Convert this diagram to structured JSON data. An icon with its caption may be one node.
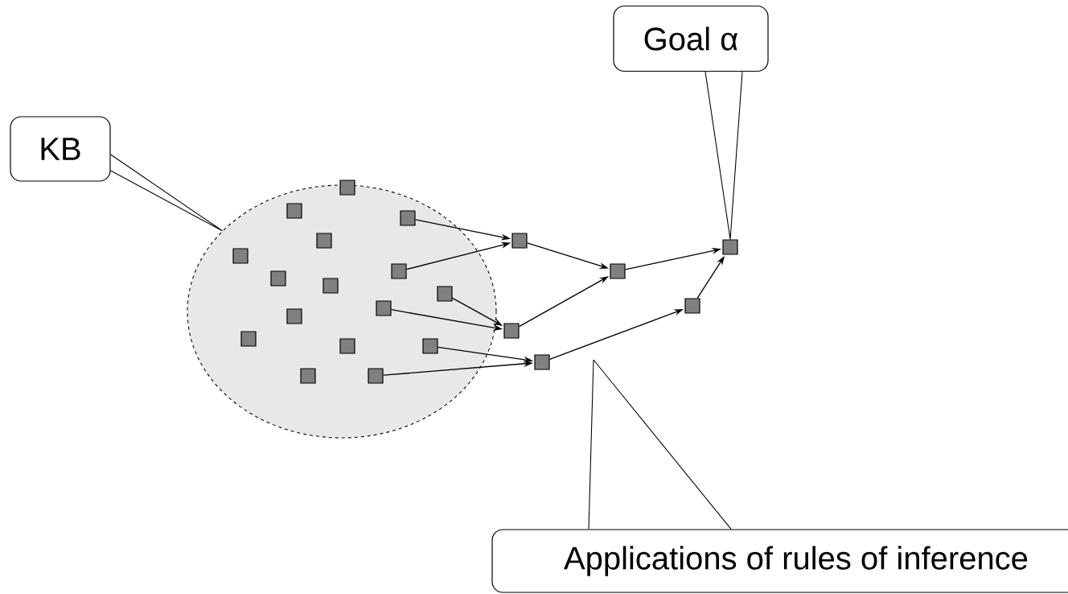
{
  "diagram": {
    "nodes": [
      {
        "text": [
          "Goal α"
        ]
      },
      {
        "text": [
          "KB"
        ]
      },
      {
        "text": [],
        "shape": "circle"
      },
      {
        "text": [],
        "shape": "box",
        "in": 2
      },
      {
        "text": [],
        "shape": "box",
        "in": 2
      },
      {
        "text": [],
        "shape": "box",
        "in": 2
      },
      {
        "text": [],
        "shape": "box",
        "in": 2
      },
      {
        "text": [],
        "shape": "box",
        "in": 2
      },
      {
        "text": [],
        "shape": "box",
        "in": 2
      },
      {
        "text": [],
        "shape": "box",
        "in": 2
      },
      {
        "text": [],
        "shape": "box",
        "in": 2
      },
      {
        "text": [],
        "shape": "box",
        "in": 2
      },
      {
        "text": [],
        "shape": "box",
        "in": 2
      },
      {
        "text": [],
        "shape": "box",
        "in": 2
      },
      {
        "text": [],
        "shape": "box",
        "in": 2
      },
      {
        "text": [],
        "shape": "box",
        "in": 2
      },
      {
        "text": [],
        "shape": "box",
        "in": 2
      },
      {
        "text": [],
        "shape": "box",
        "in": 2
      },
      {
        "text": [],
        "shape": "box",
        "in": 2
      },
      {
        "text": [],
        "shape": "box"
      },
      {
        "text": [],
        "shape": "box"
      },
      {
        "text": [],
        "shape": "box"
      },
      {
        "text": [],
        "shape": "box"
      },
      {
        "text": [],
        "shape": "box"
      },
      {
        "text": [],
        "shape": "box"
      },
      {
        "text": [
          "Applications of rules of inference"
        ]
      }
    ],
    "edges": [
      {
        "from": 5,
        "to": 19,
        "arrow": "to"
      },
      {
        "from": 8,
        "to": 19,
        "arrow": "to"
      },
      {
        "from": 19,
        "to": 20,
        "arrow": "to"
      },
      {
        "from": 11,
        "to": 21,
        "arrow": "to"
      },
      {
        "from": 13,
        "to": 21,
        "arrow": "to"
      },
      {
        "from": 21,
        "to": 20,
        "arrow": "to"
      },
      {
        "from": 20,
        "to": 24,
        "arrow": "to"
      },
      {
        "from": 16,
        "to": 22,
        "arrow": "to"
      },
      {
        "from": 18,
        "to": 22,
        "arrow": "to"
      },
      {
        "from": 22,
        "to": 23,
        "arrow": "to"
      },
      {
        "from": 23,
        "to": 24,
        "arrow": "to"
      },
      {
        "from": 0,
        "to": 24,
        "arrow": "none"
      },
      {
        "from": 1,
        "to": 2,
        "arrow": "none"
      },
      {
        "from": 25,
        "to": null,
        "arrow": "none"
      }
    ]
  }
}
